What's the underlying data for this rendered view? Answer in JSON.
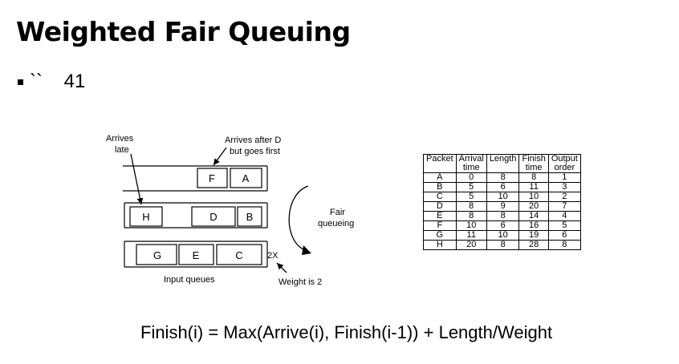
{
  "slide": {
    "title": "Weighted Fair Queuing",
    "bullet_text": "``    41",
    "formula": "Finish(i) = Max(Arrive(i), Finish(i-1)) + Length/Weight"
  },
  "diagram": {
    "annotations": {
      "arrives_late_1": "Arrives",
      "arrives_late_2": "late",
      "arrives_after_1": "Arrives after D",
      "arrives_after_2": "but goes first",
      "fair_1": "Fair",
      "fair_2": "queueing",
      "weight": "Weight is 2",
      "input_queues": "Input queues",
      "weight_mark": "2X"
    },
    "queues": [
      {
        "packets": [
          "F",
          "A"
        ]
      },
      {
        "packets": [
          "H",
          "D",
          "B"
        ]
      },
      {
        "packets": [
          "G",
          "E",
          "C"
        ]
      }
    ]
  },
  "table": {
    "headers": [
      [
        "Packet"
      ],
      [
        "Arrival",
        "time"
      ],
      [
        "Length"
      ],
      [
        "Finish",
        "time"
      ],
      [
        "Output",
        "order"
      ]
    ],
    "rows": [
      [
        "A",
        "0",
        "8",
        "8",
        "1"
      ],
      [
        "B",
        "5",
        "6",
        "11",
        "3"
      ],
      [
        "C",
        "5",
        "10",
        "10",
        "2"
      ],
      [
        "D",
        "8",
        "9",
        "20",
        "7"
      ],
      [
        "E",
        "8",
        "8",
        "14",
        "4"
      ],
      [
        "F",
        "10",
        "6",
        "16",
        "5"
      ],
      [
        "G",
        "11",
        "10",
        "19",
        "6"
      ],
      [
        "H",
        "20",
        "8",
        "28",
        "8"
      ]
    ]
  }
}
